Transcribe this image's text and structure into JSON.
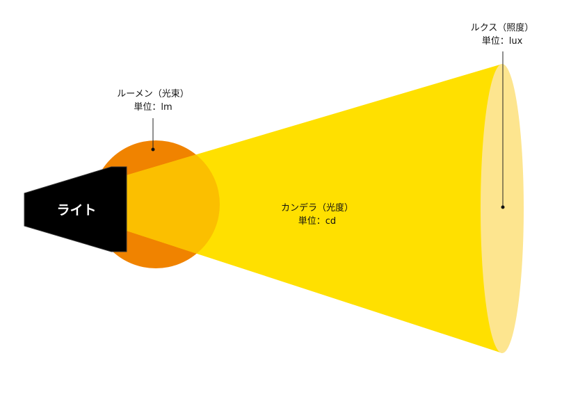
{
  "diagram": {
    "light": {
      "label": "ライト",
      "color": "#000000",
      "text_color": "#ffffff"
    },
    "lumen": {
      "title": "ルーメン（光束）",
      "unit": "単位：lm",
      "color": "#f08300"
    },
    "candela": {
      "title": "カンデラ（光度）",
      "unit": "単位：cd",
      "color": "#ffe000",
      "overlap_color": "#fbbf00"
    },
    "lux": {
      "title": "ルクス（照度）",
      "unit": "単位：lux",
      "color": "#fde58f"
    },
    "leader_line_color": "#222222"
  }
}
